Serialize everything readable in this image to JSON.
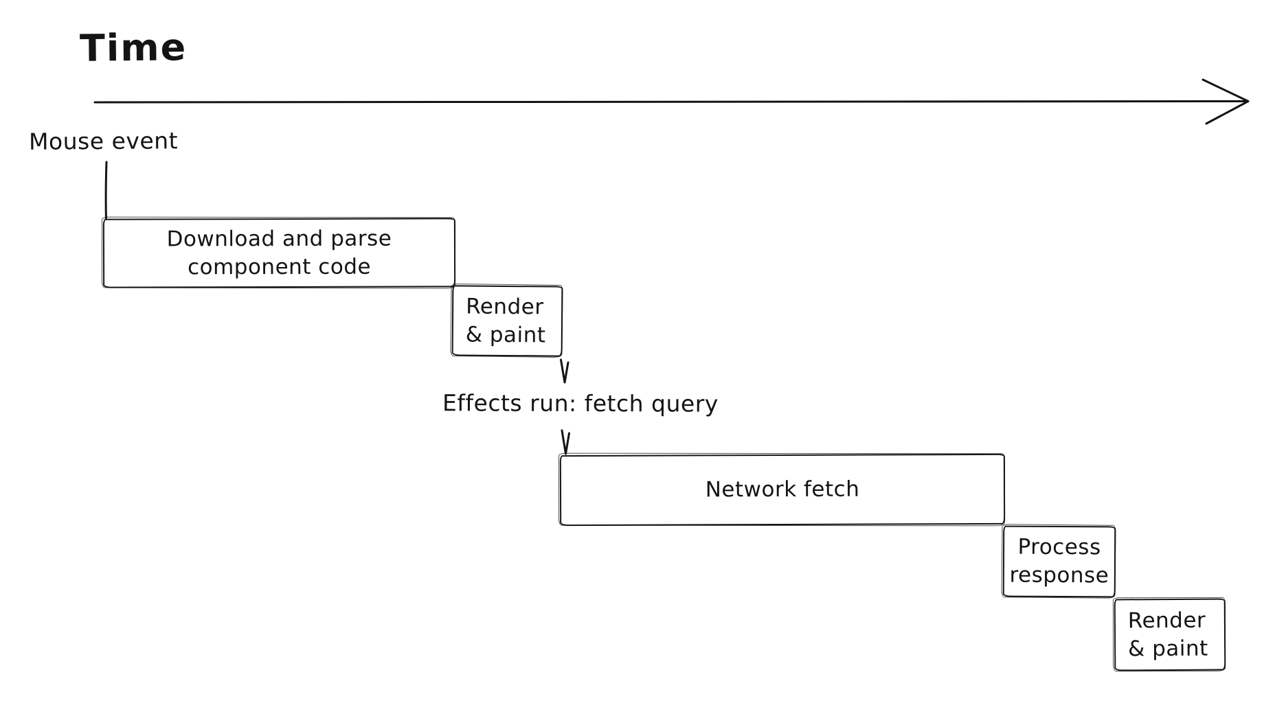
{
  "title": "Time",
  "labels": {
    "mouse_event": "Mouse event",
    "effects_run": "Effects run: fetch query"
  },
  "boxes": {
    "download_parse": {
      "line1": "Download and parse",
      "line2": "component code"
    },
    "render_paint_1": {
      "line1": "Render",
      "line2": "& paint"
    },
    "network_fetch": {
      "line1": "Network fetch"
    },
    "process_response": {
      "line1": "Process",
      "line2": "response"
    },
    "render_paint_2": {
      "line1": "Render",
      "line2": "& paint"
    }
  },
  "colors": {
    "stroke": "#141414",
    "background": "#ffffff"
  }
}
